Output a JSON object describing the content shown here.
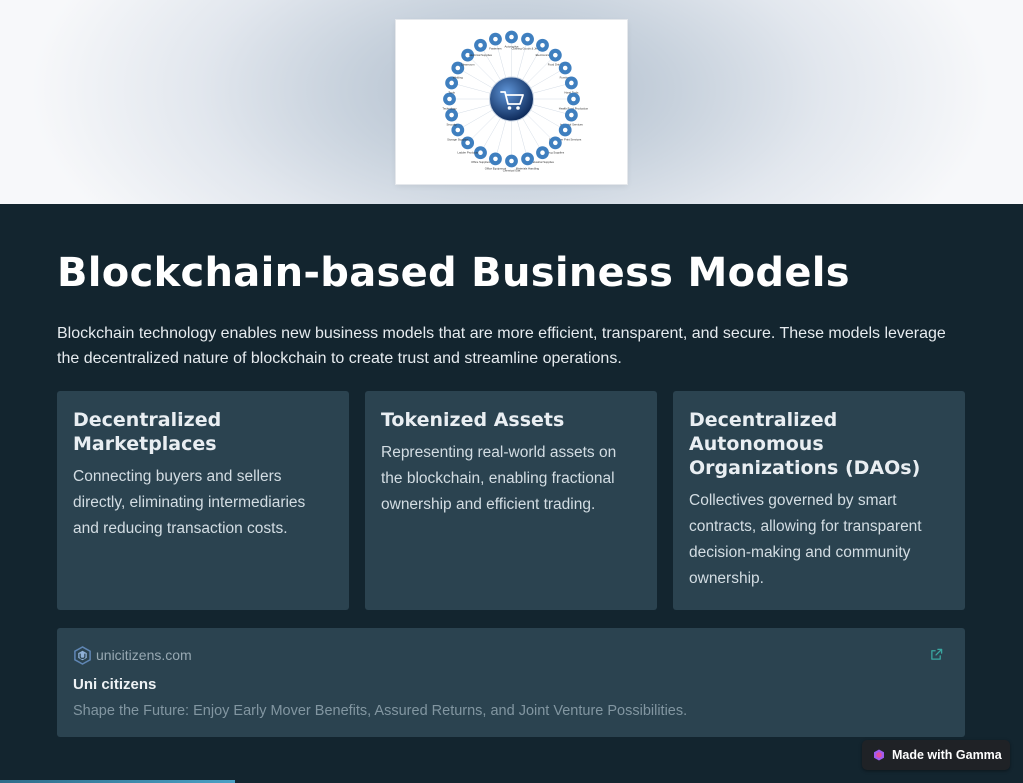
{
  "hero": {
    "image_icon": "shopping-cart-icon",
    "diagram_labels": [
      "Automotive",
      "Clothing Goods & Jewelry",
      "Electronics",
      "Food Drinks",
      "Furniture",
      "Hand Tools",
      "Health Food Production",
      "Industrial Services",
      "Newspaper Print Services",
      "Drug Supplies",
      "Industrial Supplies",
      "Materials Handling",
      "Chemical Gas",
      "Office Equipment",
      "Office Supplies",
      "Ladder Products",
      "Storage Supplies",
      "Security",
      "Technology",
      "Tools",
      "Welding",
      "Cleanroom",
      "Electrical Supplies",
      "Fasteners"
    ]
  },
  "main": {
    "title": "Blockchain-based Business Models",
    "intro": "Blockchain technology enables new business models that are more efficient, transparent, and secure. These models leverage the decentralized nature of blockchain to create trust and streamline operations."
  },
  "cards": [
    {
      "title": "Decentralized Marketplaces",
      "body": "Connecting buyers and sellers directly, eliminating intermediaries and reducing transaction costs."
    },
    {
      "title": "Tokenized Assets",
      "body": "Representing real-world assets on the blockchain, enabling fractional ownership and efficient trading."
    },
    {
      "title": "Decentralized Autonomous Organizations (DAOs)",
      "body": "Collectives governed by smart contracts, allowing for transparent decision-making and community ownership."
    }
  ],
  "link_card": {
    "domain": "unicitizens.com",
    "title": "Uni citizens",
    "description": "Shape the Future: Enjoy Early Mover Benefits, Assured Returns, and Joint Venture Possibilities.",
    "logo_icon": "uni-citizens-logo-icon",
    "open_icon": "external-link-icon"
  },
  "badge": {
    "label": "Made with Gamma",
    "icon": "gamma-logo-icon"
  },
  "colors": {
    "background": "#13252f",
    "card": "#2b4350",
    "accent": "#3f7fbf",
    "link_icon": "#3aa6a0"
  }
}
